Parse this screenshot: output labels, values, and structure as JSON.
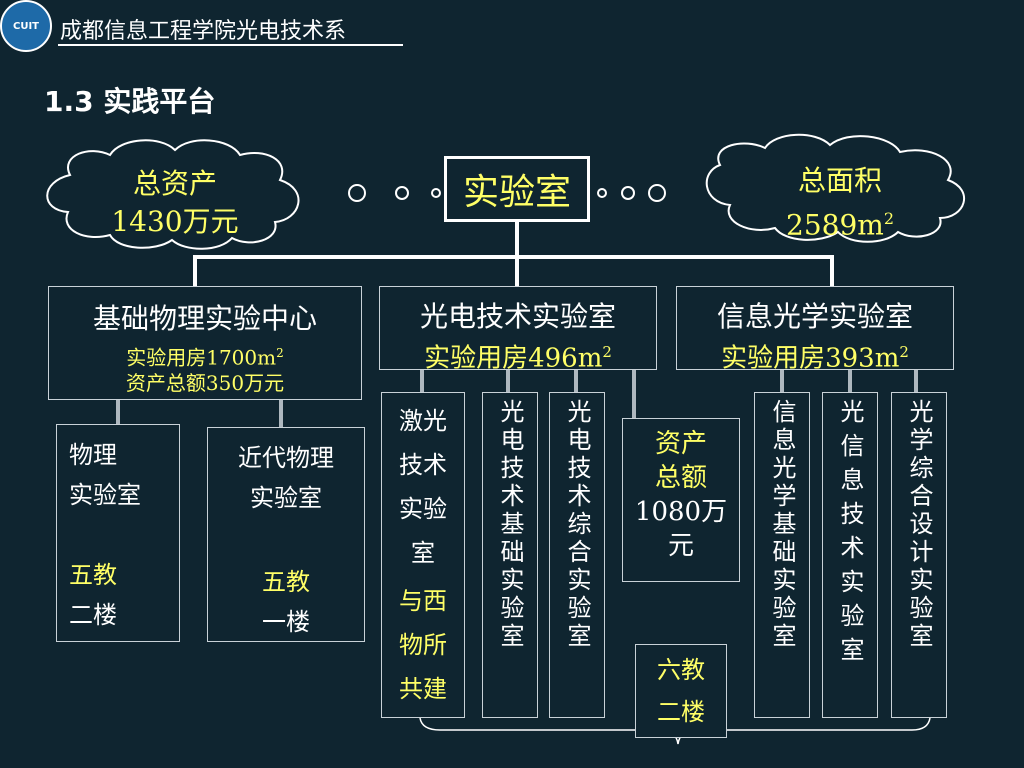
{
  "header": {
    "school": "成都信息工程学院光电技术系",
    "logo_text": "CUIT"
  },
  "section": {
    "title": "1.3 实践平台"
  },
  "center": {
    "label": "实验室"
  },
  "cloud_left": {
    "line1": "总资产",
    "line2": "1430万元"
  },
  "cloud_right": {
    "line1": "总面积",
    "line2_base": "2589m",
    "line2_sup": "2"
  },
  "groups": [
    {
      "title": "基础物理实验中心",
      "area_base": "实验用房1700m",
      "area_sup": "2",
      "assets": "资产总额350万元",
      "labs": [
        {
          "line1": "物理",
          "line2": "实验室",
          "loc1": "五教",
          "loc2": "二楼"
        },
        {
          "line1": "近代物理",
          "line2": "实验室",
          "loc1": "五教",
          "loc2": "一楼"
        }
      ]
    },
    {
      "title": "光电技术实验室",
      "area_base": "实验用房496m",
      "area_sup": "2",
      "labs": [
        {
          "lines": [
            "激光",
            "技术",
            "实验",
            "室"
          ],
          "note": [
            "与西",
            "物所",
            "共建"
          ]
        },
        {
          "vertical": "光电技术基础实验室"
        },
        {
          "vertical": "光电技术综合实验室"
        }
      ],
      "assets_box": [
        "资产",
        "总额",
        "1080万",
        "元"
      ],
      "location": [
        "六教",
        "二楼"
      ]
    },
    {
      "title": "信息光学实验室",
      "area_base": "实验用房393m",
      "area_sup": "2",
      "labs": [
        {
          "vertical": "信息光学基础实验室"
        },
        {
          "vertical": "光信息技术实验室"
        },
        {
          "vertical": "光学综合设计实验室"
        }
      ]
    }
  ],
  "colors": {
    "background": "#0f2530",
    "highlight": "#ffff66",
    "line": "#ffffff"
  }
}
